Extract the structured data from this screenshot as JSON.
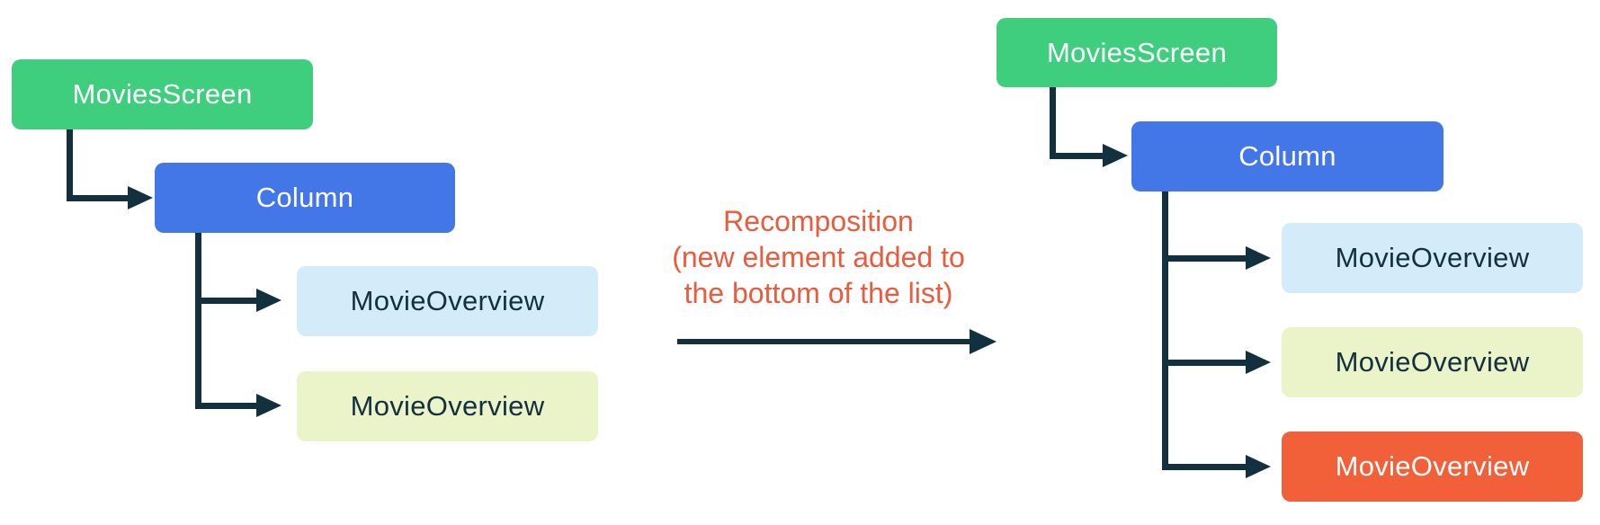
{
  "colors": {
    "green": "#3FCE7E",
    "blue": "#4377E8",
    "light-blue": "#D4ECFA",
    "pale-green": "#EBF3C9",
    "orange": "#F2603A",
    "navy": "#13303F",
    "label-orange": "#EB5B3C",
    "white-text": "#FFFFFF"
  },
  "left_tree": {
    "root": {
      "label": "MoviesScreen"
    },
    "column": {
      "label": "Column"
    },
    "children": [
      {
        "label": "MovieOverview"
      },
      {
        "label": "MovieOverview"
      }
    ]
  },
  "right_tree": {
    "root": {
      "label": "MoviesScreen"
    },
    "column": {
      "label": "Column"
    },
    "children": [
      {
        "label": "MovieOverview"
      },
      {
        "label": "MovieOverview"
      },
      {
        "label": "MovieOverview"
      }
    ]
  },
  "transition": {
    "line1": "Recomposition",
    "line2": "(new element added to",
    "line3": "the bottom of the list)"
  }
}
